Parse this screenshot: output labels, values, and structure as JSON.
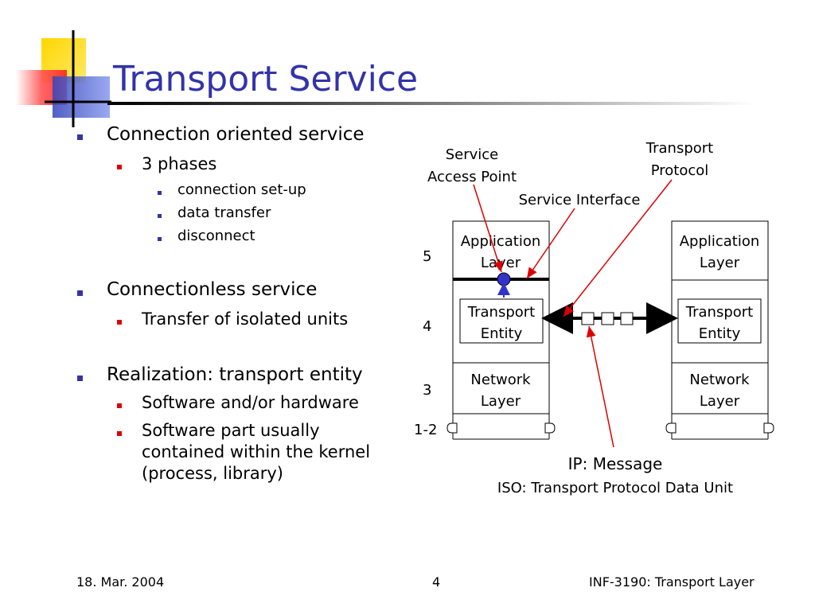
{
  "slide": {
    "title": "Transport Service",
    "bullets": {
      "b1": "Connection oriented service",
      "b1_1": "3 phases",
      "b1_1_1": "connection set-up",
      "b1_1_2": "data transfer",
      "b1_1_3": "disconnect",
      "b2": "Connectionless service",
      "b2_1": "Transfer of isolated units",
      "b3": "Realization: transport entity",
      "b3_1": "Software and/or hardware",
      "b3_2_lines": [
        "Software part usually",
        "contained within the kernel",
        "(process, library)"
      ]
    }
  },
  "diagram": {
    "labels": {
      "sap": [
        "Service",
        "Access Point"
      ],
      "transport_protocol": [
        "Transport",
        "Protocol"
      ],
      "service_interface": "Service Interface",
      "ip_message": "IP: Message",
      "iso_tpdu": "ISO: Transport Protocol Data Unit"
    },
    "layer_numbers": [
      "5",
      "4",
      "3",
      "1-2"
    ],
    "left_stack": {
      "application": [
        "Application",
        "Layer"
      ],
      "transport": [
        "Transport",
        "Entity"
      ],
      "network": [
        "Network",
        "Layer"
      ]
    },
    "right_stack": {
      "application": [
        "Application",
        "Layer"
      ],
      "transport": [
        "Transport",
        "Entity"
      ],
      "network": [
        "Network",
        "Layer"
      ]
    },
    "colors": {
      "annotation_line": "#dd0000",
      "sap_fill": "#3333cc",
      "title": "#3333aa"
    }
  },
  "footer": {
    "date": "18. Mar. 2004",
    "page": "4",
    "course": "INF-3190: Transport Layer"
  }
}
